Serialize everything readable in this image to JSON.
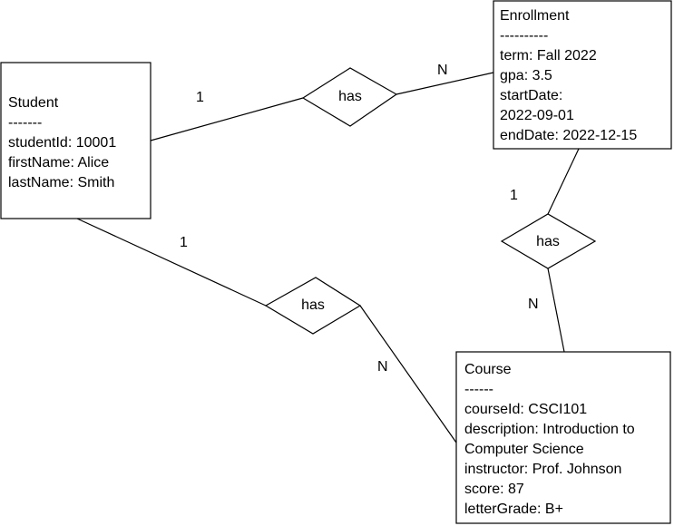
{
  "entities": {
    "student": {
      "lines": [
        "Student",
        "-------",
        "studentId: 10001",
        "firstName: Alice",
        "lastName: Smith"
      ]
    },
    "enrollment": {
      "lines": [
        "Enrollment",
        "----------",
        "term: Fall 2022",
        "gpa: 3.5",
        "startDate:",
        "2022-09-01",
        "endDate: 2022-12-15"
      ]
    },
    "course": {
      "lines": [
        "Course",
        "------",
        "courseId: CSCI101",
        "description: Introduction to",
        "Computer Science",
        "instructor: Prof. Johnson",
        "score: 87",
        "letterGrade: B+"
      ]
    }
  },
  "relationships": {
    "student_enrollment": {
      "label": "has",
      "card_student": "1",
      "card_enrollment": "N"
    },
    "enrollment_course": {
      "label": "has",
      "card_enrollment": "1",
      "card_course": "N"
    },
    "student_course": {
      "label": "has",
      "card_student": "1",
      "card_course": "N"
    }
  }
}
